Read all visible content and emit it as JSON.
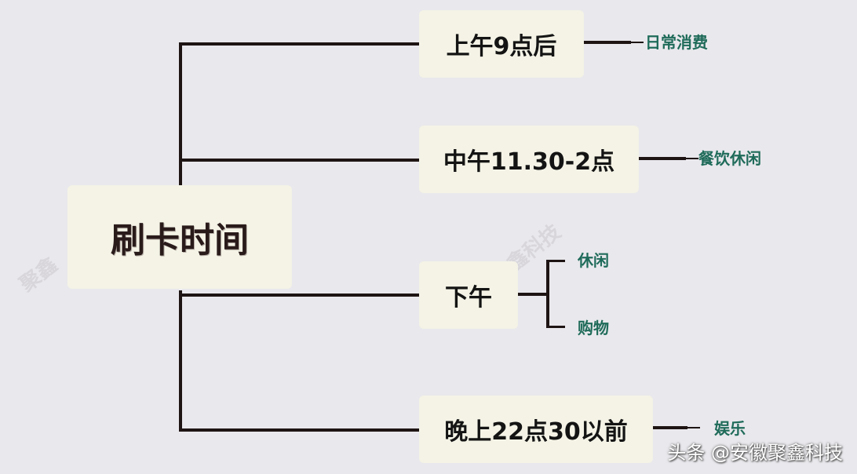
{
  "diagram": {
    "root": {
      "label": "刷卡时间"
    },
    "branches": [
      {
        "time": "上午9点后",
        "uses": [
          "日常消费"
        ]
      },
      {
        "time": "中午11.30-2点",
        "uses": [
          "餐饮休闲"
        ]
      },
      {
        "time": "下午",
        "uses": [
          "休闲",
          "购物"
        ]
      },
      {
        "time": "晚上22点30以前",
        "uses": [
          "娱乐"
        ]
      }
    ]
  },
  "watermarks": [
    "聚鑫",
    "鑫科技"
  ],
  "credit": "头条 @安徽聚鑫科技",
  "colors": {
    "background": "#e9e8ec",
    "box": "#f4f3e6",
    "line": "#1e1414",
    "leaf_text": "#1f6b5a"
  }
}
